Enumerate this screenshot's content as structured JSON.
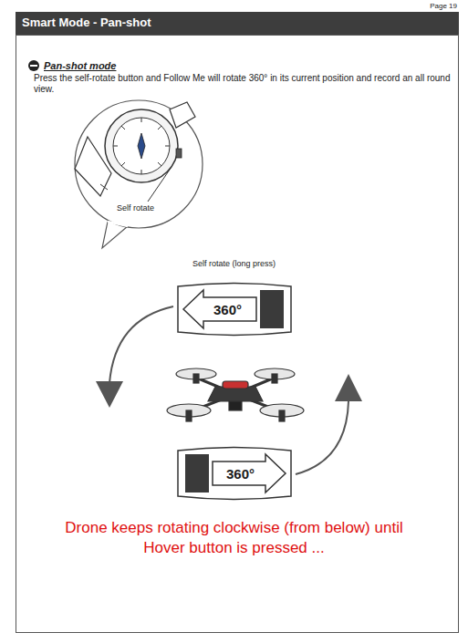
{
  "diagram": {
    "title": "Smart Mode - Pan-shot",
    "nodes": [
      {
        "text": [
          "360°"
        ]
      },
      {
        "text": [
          "360°"
        ]
      }
    ],
    "labels": [
      "Page 19",
      "Pan-shot mode",
      "Press the self-rotate button and Follow Me will rotate 360° in its current position and record an all round view.",
      "Self rotate",
      "Self rotate (long press)",
      "Drone keeps rotating clockwise (from below) until Hover button is pressed ..."
    ]
  }
}
